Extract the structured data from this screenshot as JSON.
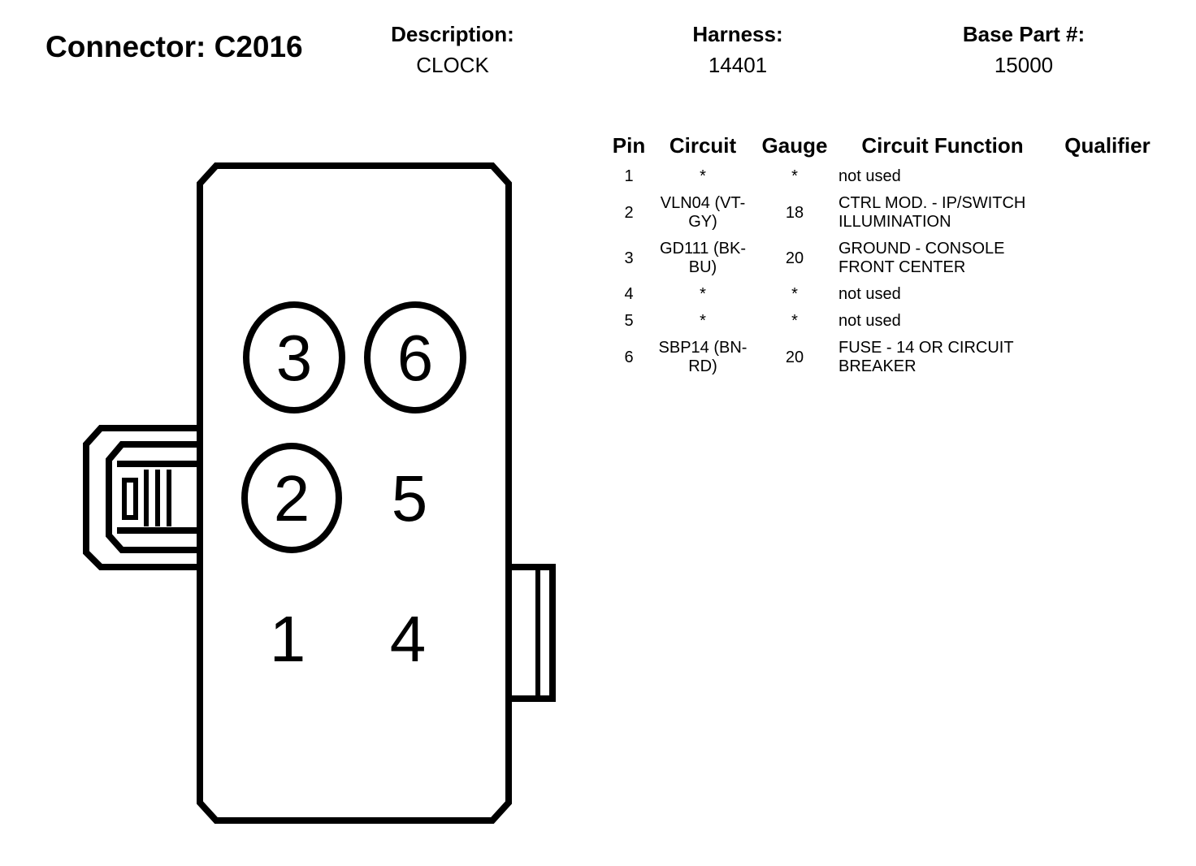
{
  "connector": {
    "label": "Connector: C2016"
  },
  "description": {
    "label": "Description:",
    "value": "CLOCK"
  },
  "harness": {
    "label": "Harness:",
    "value": "14401"
  },
  "base_part": {
    "label": "Base Part #:",
    "value": "15000"
  },
  "table": {
    "headers": [
      "Pin",
      "Circuit",
      "Gauge",
      "Circuit Function",
      "Qualifier"
    ],
    "rows": [
      {
        "pin": "1",
        "circuit": "*",
        "gauge": "*",
        "function": "not used",
        "qualifier": ""
      },
      {
        "pin": "2",
        "circuit": "VLN04 (VT-GY)",
        "gauge": "18",
        "function": "CTRL MOD. - IP/SWITCH ILLUMINATION",
        "qualifier": ""
      },
      {
        "pin": "3",
        "circuit": "GD111 (BK-BU)",
        "gauge": "20",
        "function": "GROUND - CONSOLE FRONT CENTER",
        "qualifier": ""
      },
      {
        "pin": "4",
        "circuit": "*",
        "gauge": "*",
        "function": "not used",
        "qualifier": ""
      },
      {
        "pin": "5",
        "circuit": "*",
        "gauge": "*",
        "function": "not used",
        "qualifier": ""
      },
      {
        "pin": "6",
        "circuit": "SBP14 (BN-RD)",
        "gauge": "20",
        "function": "FUSE - 14 OR CIRCUIT BREAKER",
        "qualifier": ""
      }
    ]
  },
  "diagram": {
    "pins": [
      {
        "number": "3",
        "circled": true
      },
      {
        "number": "6",
        "circled": true
      },
      {
        "number": "2",
        "circled": true
      },
      {
        "number": "5",
        "circled": false
      },
      {
        "number": "1",
        "circled": false
      },
      {
        "number": "4",
        "circled": false
      }
    ]
  }
}
